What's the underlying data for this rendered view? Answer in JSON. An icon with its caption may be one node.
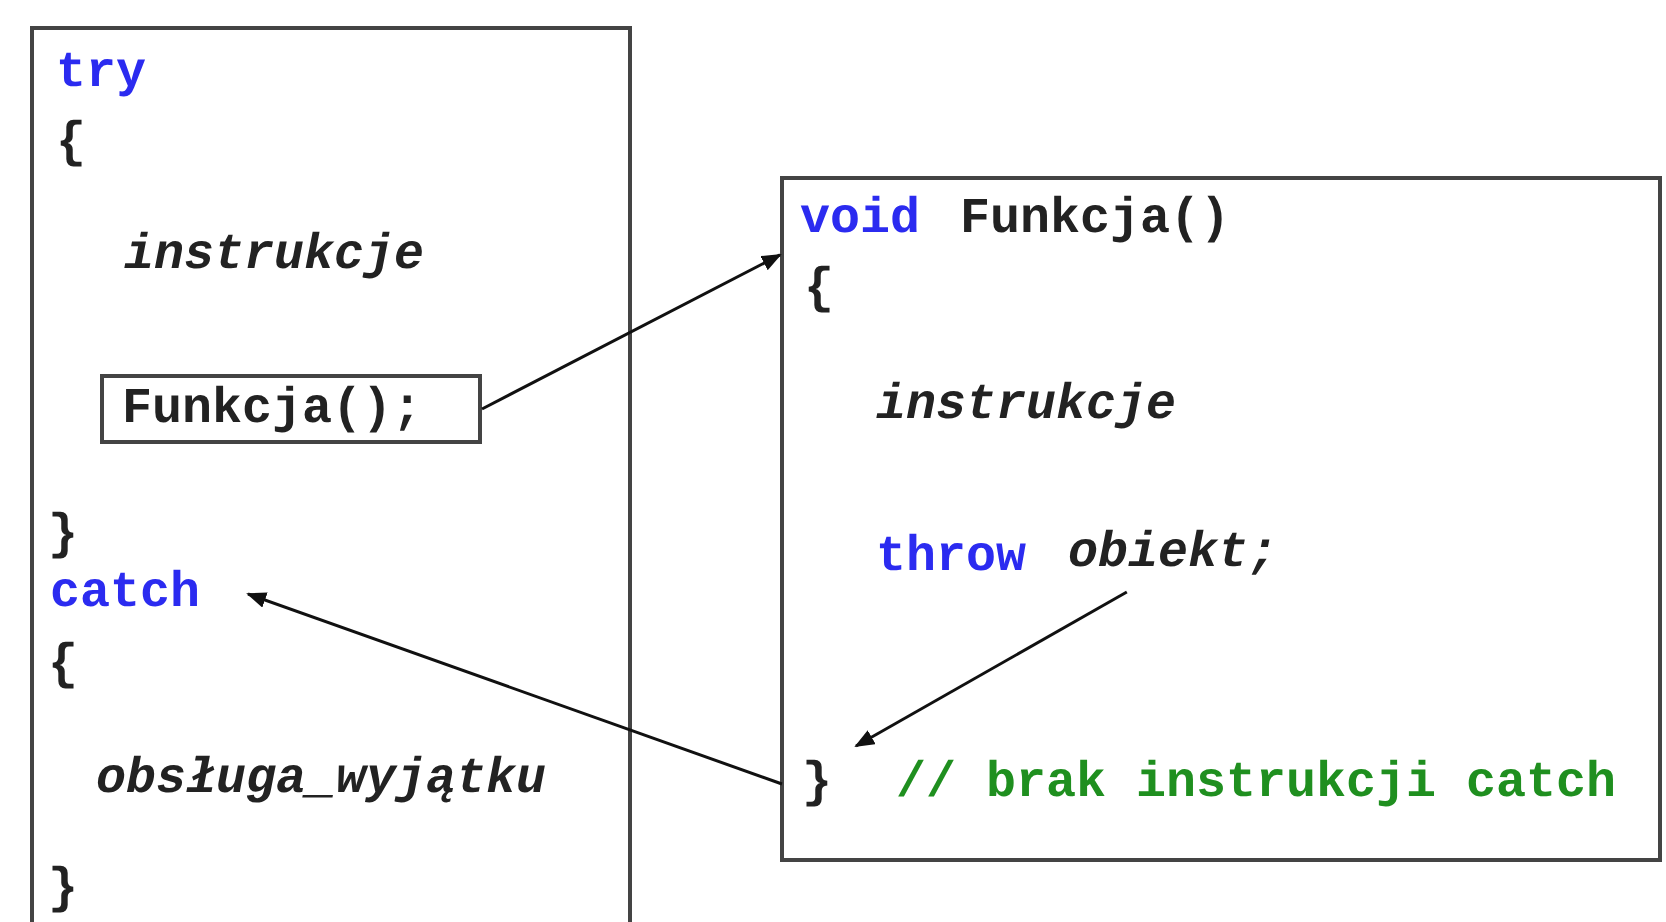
{
  "diagram": {
    "nodes": [
      {
        "text": [
          "try",
          "{",
          "instrukcje",
          "}",
          "{",
          "obsługa_wyjątku",
          "}"
        ]
      },
      {
        "text": [
          "Funkcja();"
        ],
        "in": 0
      },
      {
        "text": [
          "catch"
        ],
        "in": 0
      },
      {
        "text": [
          "void",
          "Funkcja()",
          "{",
          "instrukcje",
          "throw",
          "// brak instrukcji catch"
        ]
      },
      {
        "text": [
          "obiekt;"
        ],
        "in": 3
      },
      {
        "text": [
          "}"
        ],
        "in": 3
      }
    ],
    "edges": [
      {
        "from": 1,
        "to": 3,
        "arrow": "to"
      },
      {
        "from": 4,
        "to": 5,
        "arrow": "to"
      },
      {
        "from": 5,
        "to": 2,
        "arrow": "to"
      }
    ]
  }
}
